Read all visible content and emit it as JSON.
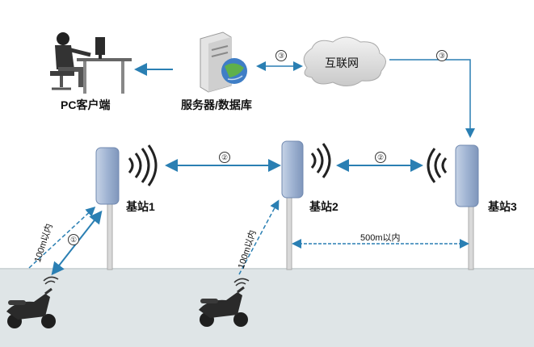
{
  "nodes": {
    "pc": "PC客户端",
    "server": "服务器/数据库",
    "internet": "互联网",
    "station1": "基站1",
    "station2": "基站2",
    "station3": "基站3"
  },
  "links": {
    "step1": "①",
    "step2": "②",
    "step3": "③"
  },
  "annotations": {
    "range1": "100m以内",
    "range2": "100m以内",
    "spacing": "500m以内"
  },
  "colors": {
    "arrow": "#2a7fb3",
    "antenna": "#8fa6c8",
    "road": "#dfe5e7"
  }
}
